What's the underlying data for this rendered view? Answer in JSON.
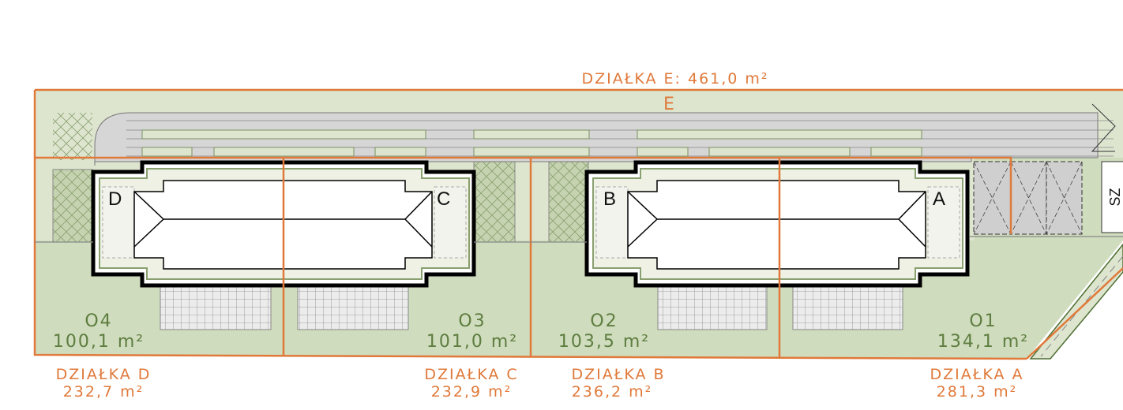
{
  "plot_e": {
    "title": "DZIAŁKA E: 461,0 m²",
    "letter": "E"
  },
  "units": [
    "D",
    "C",
    "B",
    "A"
  ],
  "sz_label": "SZ",
  "gardens": [
    {
      "name": "O4",
      "area": "100,1 m²"
    },
    {
      "name": "O3",
      "area": "101,0 m²"
    },
    {
      "name": "O2",
      "area": "103,5 m²"
    },
    {
      "name": "O1",
      "area": "134,1 m²"
    }
  ],
  "plots": [
    {
      "name": "DZIAŁKA D",
      "area": "232,7 m²"
    },
    {
      "name": "DZIAŁKA C",
      "area": "232,9 m²"
    },
    {
      "name": "DZIAŁKA B",
      "area": "236,2 m²"
    },
    {
      "name": "DZIAŁKA A",
      "area": "281,3 m²"
    }
  ],
  "colors": {
    "boundary": "#e0793a",
    "garden": "#cfdcbd",
    "common": "#dde5cf",
    "road": "#d6d6d6",
    "text_green": "#5e7d40"
  }
}
